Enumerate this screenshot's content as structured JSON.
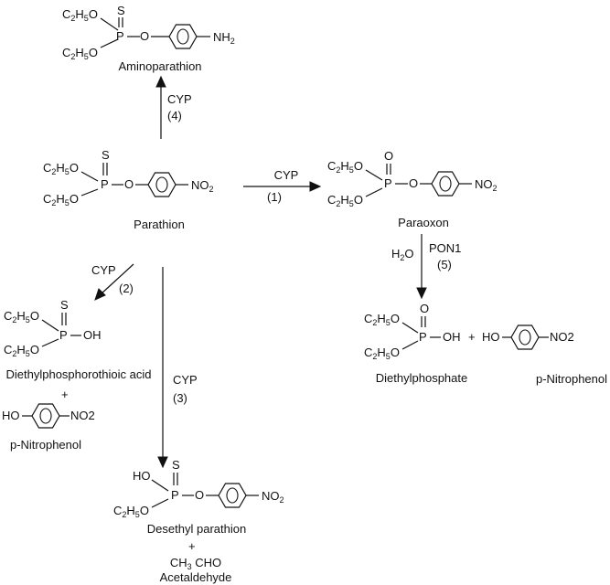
{
  "compounds": {
    "aminoparathion": {
      "name": "Aminoparathion",
      "group": "NH",
      "group_sub": "2",
      "dbl_atom": "S"
    },
    "parathion": {
      "name": "Parathion",
      "group": "NO",
      "group_sub": "2",
      "dbl_atom": "S"
    },
    "paraoxon": {
      "name": "Paraoxon",
      "group": "NO",
      "group_sub": "2",
      "dbl_atom": "O"
    },
    "diethylphosphorothioic_acid": {
      "name": "Diethylphosphorothioic acid",
      "dbl_atom": "S",
      "oh": "OH"
    },
    "p_nitrophenol_left": {
      "name": "p-Nitrophenol",
      "ho": "HO",
      "group": "NO2"
    },
    "diethylphosphate": {
      "name": "Diethylphosphate",
      "dbl_atom": "O",
      "oh": "OH"
    },
    "p_nitrophenol_right": {
      "name": "p-Nitrophenol",
      "ho": "HO",
      "group": "NO2"
    },
    "desethyl_parathion": {
      "name": "Desethyl parathion",
      "ho": "HO",
      "dbl_atom": "S",
      "group": "NO",
      "group_sub": "2"
    },
    "acetaldehyde": {
      "formula": "CH",
      "formula_sub": "3",
      "formula_tail": " CHO",
      "name": "Acetaldehyde"
    }
  },
  "ethoxy": {
    "c": "C",
    "s1": "2",
    "h": "H",
    "s2": "5",
    "o": "O"
  },
  "atoms": {
    "p": "P",
    "o": "O",
    "dash": "–"
  },
  "plus": "+",
  "reactions": {
    "r1": {
      "enzyme": "CYP",
      "number": "(1)"
    },
    "r2": {
      "enzyme": "CYP",
      "number": "(2)"
    },
    "r3": {
      "enzyme": "CYP",
      "number": "(3)"
    },
    "r4": {
      "enzyme": "CYP",
      "number": "(4)"
    },
    "r5": {
      "reagent": "H",
      "reagent_sub": "2",
      "reagent_tail": "O",
      "enzyme": "PON1",
      "number": "(5)"
    }
  }
}
